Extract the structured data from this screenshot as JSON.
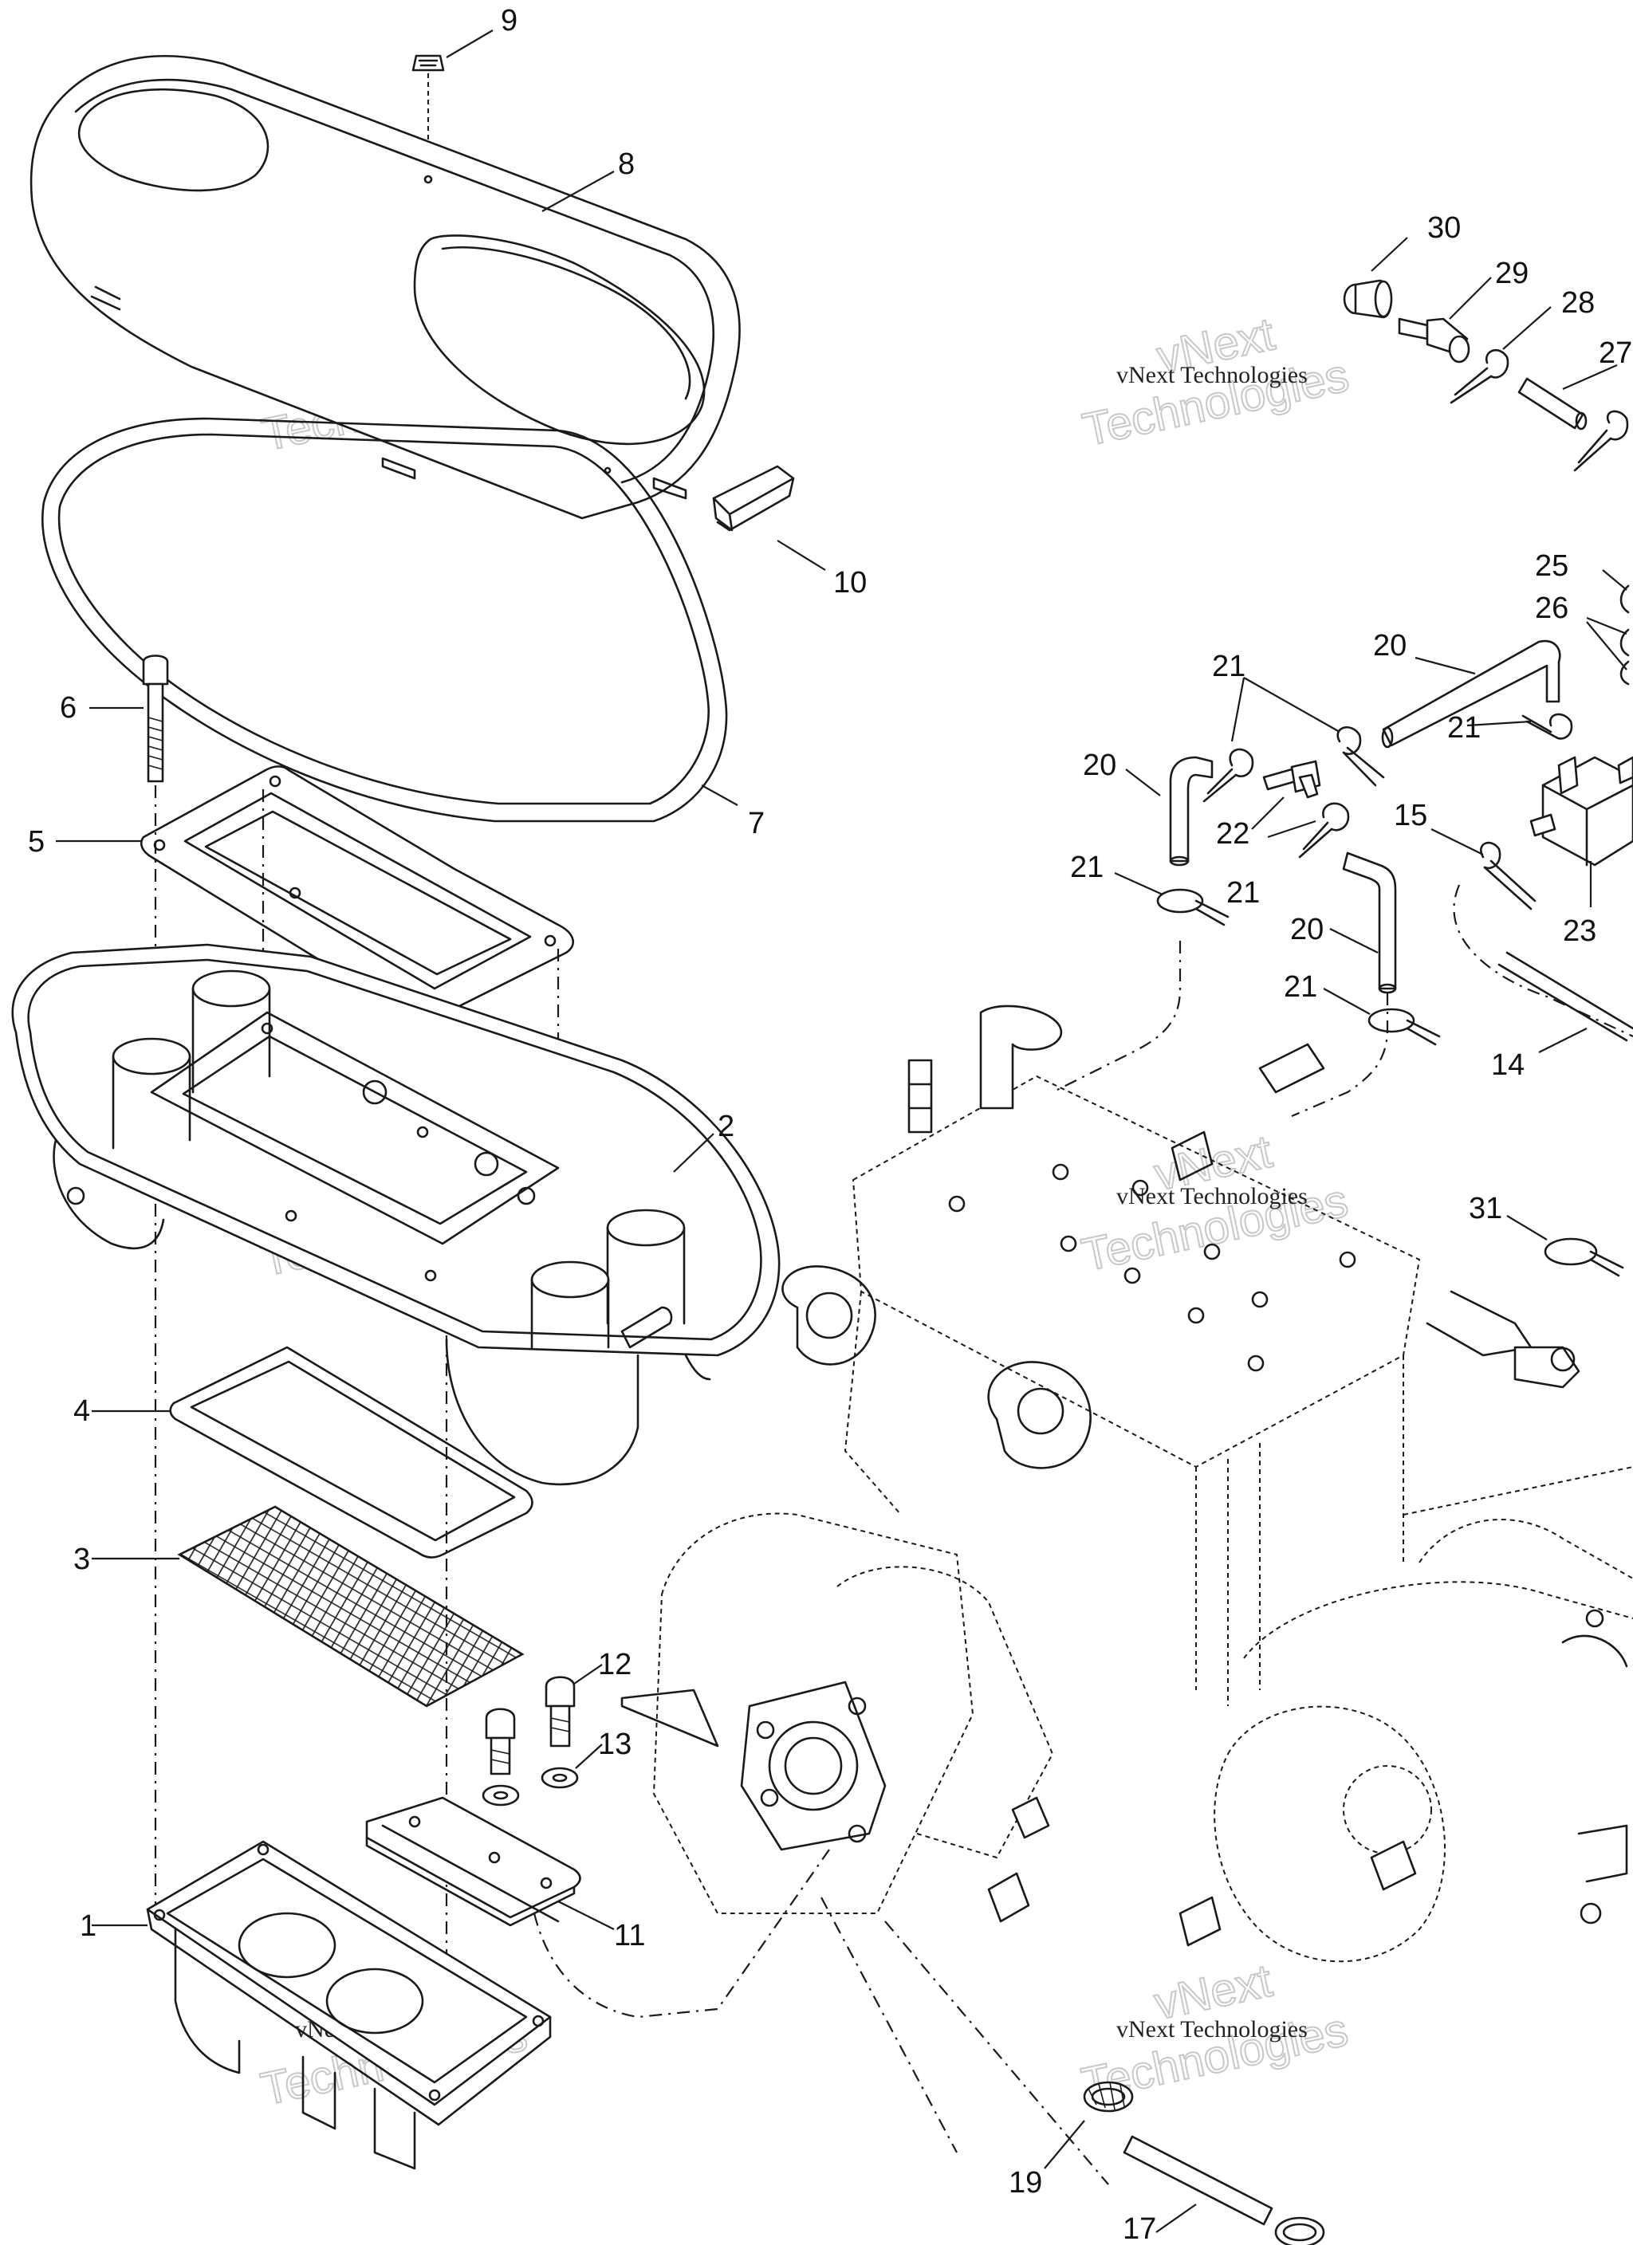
{
  "callouts": {
    "c1": "1",
    "c2": "2",
    "c3": "3",
    "c4": "4",
    "c5": "5",
    "c6": "6",
    "c7": "7",
    "c8": "8",
    "c9": "9",
    "c10": "10",
    "c11": "11",
    "c12": "12",
    "c13": "13",
    "c14": "14",
    "c15": "15",
    "c17": "17",
    "c19": "19",
    "c20a": "20",
    "c20b": "20",
    "c20c": "20",
    "c21a": "21",
    "c21b": "21",
    "c21c": "21",
    "c21d": "21",
    "c21e": "21",
    "c22": "22",
    "c23": "23",
    "c25": "25",
    "c26": "26",
    "c27": "27",
    "c28": "28",
    "c29": "29",
    "c30": "30",
    "c31": "31"
  },
  "watermarks": {
    "small": "vNext Technologies",
    "big_line1": "vNext",
    "big_line2": "Technologies"
  }
}
